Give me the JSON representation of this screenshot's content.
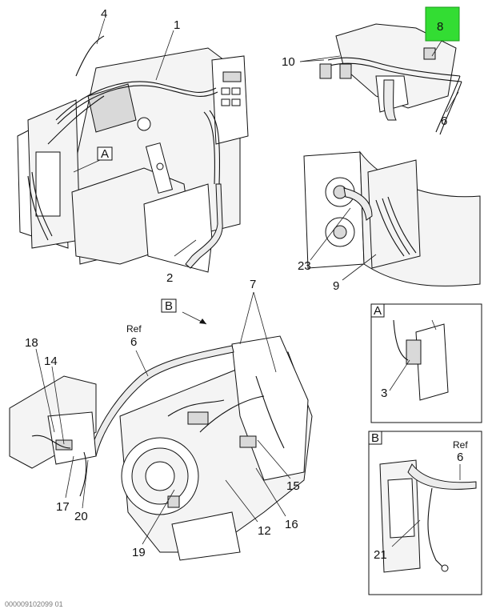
{
  "callouts": {
    "c1": "1",
    "c2": "2",
    "c3": "3",
    "c4": "4",
    "c6": "6",
    "c6ref_a": "6",
    "c6ref_b": "6",
    "c7": "7",
    "c8": "8",
    "c9": "9",
    "c10": "10",
    "c12": "12",
    "c14": "14",
    "c15": "15",
    "c16": "16",
    "c17": "17",
    "c18": "18",
    "c19": "19",
    "c20": "20",
    "c21": "21",
    "c23": "23"
  },
  "ref_labels": {
    "ref_a": "Ref",
    "ref_b": "Ref"
  },
  "view_labels": {
    "view_a": "A",
    "view_b": "B",
    "inset_a": "A",
    "inset_b": "B"
  },
  "highlight_color": "#33dd33",
  "footer_text": "000009102099 01"
}
